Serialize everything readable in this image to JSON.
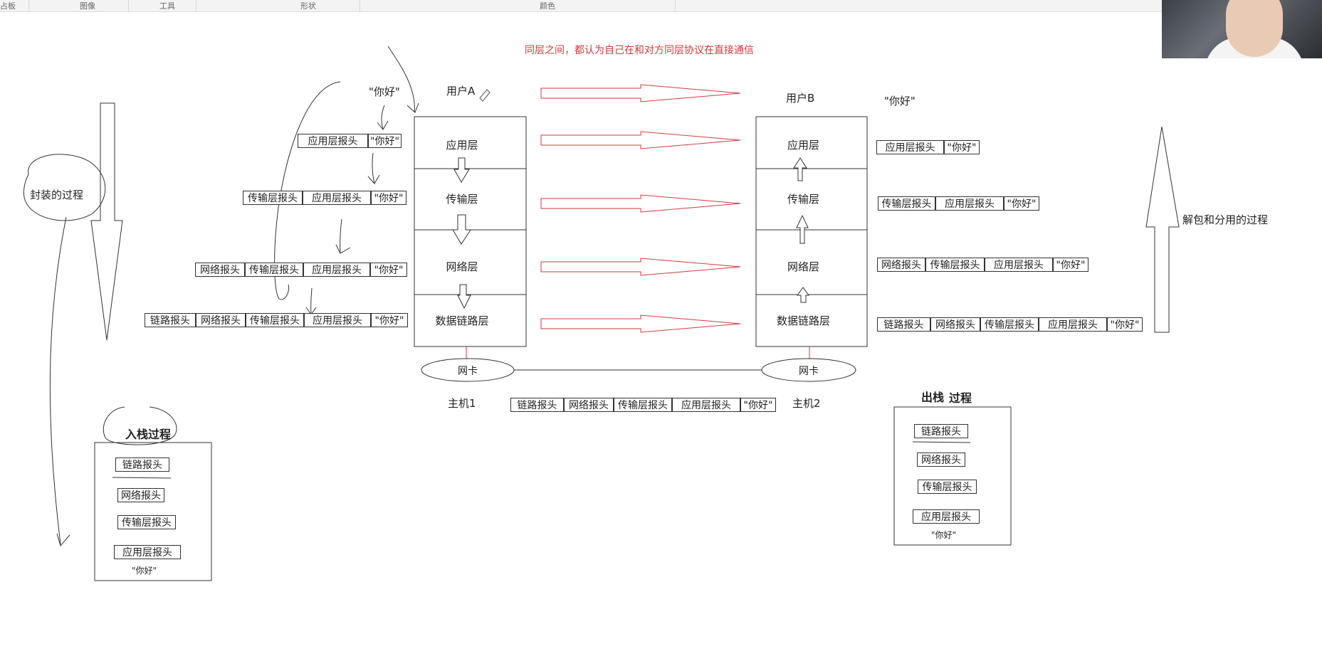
{
  "toolbar": {
    "items": [
      "占板",
      "图像",
      "工具",
      "形状",
      "颜色"
    ]
  },
  "diagram": {
    "title": "同层之间，都认为自己在和对方同层协议在直接通信",
    "user_a": "用户A",
    "user_b": "用户B",
    "hello": "\"你好\"",
    "host1": "主机1",
    "host2": "主机2",
    "nic": "网卡",
    "layers": [
      "应用层",
      "传输层",
      "网络层",
      "数据链路层"
    ],
    "encap_label": "封装的过程",
    "decap_label": "解包和分用的过程",
    "push_title": "入栈过程",
    "pop_title_a": "出栈",
    "pop_title_b": "过程",
    "headers": {
      "link": "链路报头",
      "net": "网络报头",
      "trans": "传输层报头",
      "app": "应用层报头",
      "hello": "\"你好\""
    },
    "stack_tail": "\"你好\""
  }
}
